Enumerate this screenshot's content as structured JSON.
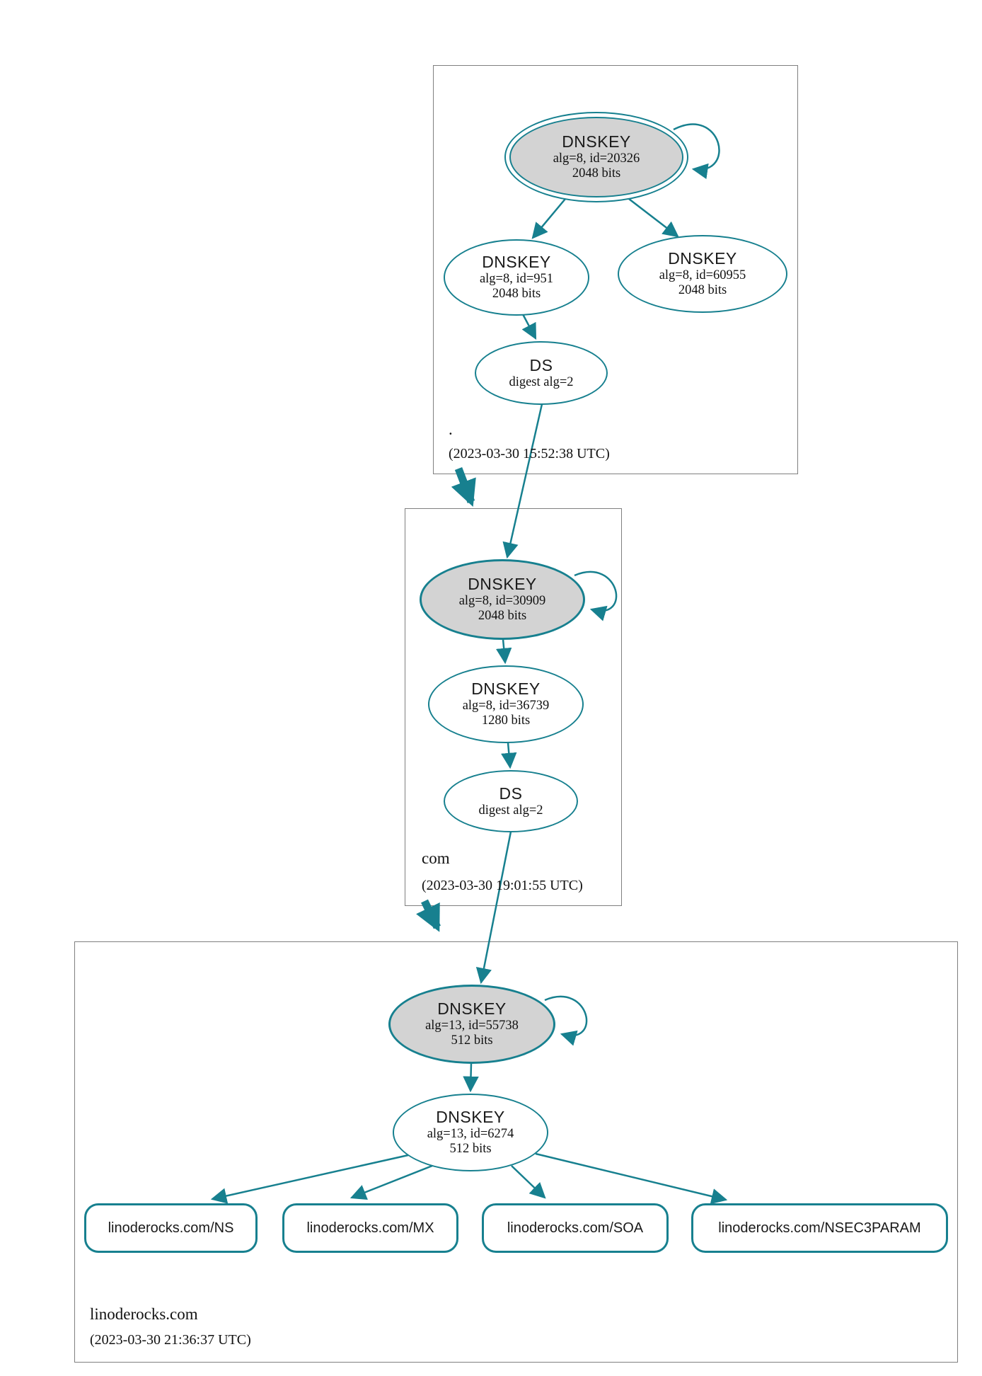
{
  "diagram_type": "dnssec-authentication-chain",
  "colors": {
    "edge_secure": "#17808f",
    "ksk_fill": "#d3d3d3",
    "zone_border": "#7f7f7f",
    "text": "#111111",
    "background": "#ffffff"
  },
  "zones": [
    {
      "name": ".",
      "timestamp": "(2023-03-30 15:52:38 UTC)",
      "nodes": {
        "ksk": {
          "title": "DNSKEY",
          "detail1": "alg=8, id=20326",
          "detail2": "2048 bits"
        },
        "zsk1": {
          "title": "DNSKEY",
          "detail1": "alg=8, id=951",
          "detail2": "2048 bits"
        },
        "zsk2": {
          "title": "DNSKEY",
          "detail1": "alg=8, id=60955",
          "detail2": "2048 bits"
        },
        "ds": {
          "title": "DS",
          "detail1": "digest alg=2"
        }
      }
    },
    {
      "name": "com",
      "timestamp": "(2023-03-30 19:01:55 UTC)",
      "nodes": {
        "ksk": {
          "title": "DNSKEY",
          "detail1": "alg=8, id=30909",
          "detail2": "2048 bits"
        },
        "zsk": {
          "title": "DNSKEY",
          "detail1": "alg=8, id=36739",
          "detail2": "1280 bits"
        },
        "ds": {
          "title": "DS",
          "detail1": "digest alg=2"
        }
      }
    },
    {
      "name": "linoderocks.com",
      "timestamp": "(2023-03-30 21:36:37 UTC)",
      "nodes": {
        "ksk": {
          "title": "DNSKEY",
          "detail1": "alg=13, id=55738",
          "detail2": "512 bits"
        },
        "zsk": {
          "title": "DNSKEY",
          "detail1": "alg=13, id=6274",
          "detail2": "512 bits"
        }
      },
      "rrsets": [
        {
          "label": "linoderocks.com/NS"
        },
        {
          "label": "linoderocks.com/MX"
        },
        {
          "label": "linoderocks.com/SOA"
        },
        {
          "label": "linoderocks.com/NSEC3PARAM"
        }
      ]
    }
  ]
}
